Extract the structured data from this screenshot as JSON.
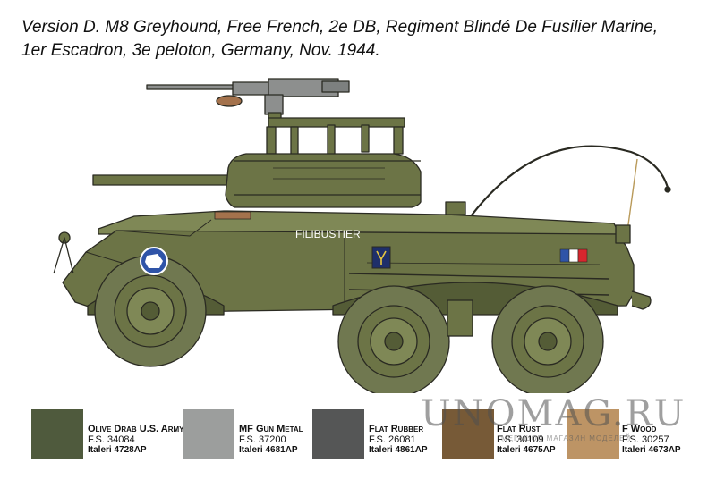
{
  "caption": {
    "line1": "Version D. M8 Greyhound, Free French, 2e DB, Regiment Blindé De Fusilier Marine,",
    "line2": "1er Escadron, 3e peloton, Germany, Nov. 1944."
  },
  "vehicle": {
    "name_marking": "FILIBUSTIER",
    "colors": {
      "olive": "#6c7446",
      "olive_dark": "#545c36",
      "olive_light": "#7f8856",
      "tire": "#707850",
      "gun_metal": "#8d8f8e",
      "wood": "#a4724c",
      "outline": "#2a2a22"
    },
    "flag_colors": [
      "#2f54a8",
      "#ffffff",
      "#d7262e"
    ],
    "insignia": "blue-circle-france-map-icon",
    "unit_badge": "anchor-shield-icon"
  },
  "paints": [
    {
      "name": "Olive Drab U.S. Army",
      "fs": "F.S. 34084",
      "italeri": "Italeri 4728AP",
      "color": "#4f5a3d"
    },
    {
      "name": "MF Gun Metal",
      "fs": "F.S. 37200",
      "italeri": "Italeri 4681AP",
      "color": "#9c9e9d"
    },
    {
      "name": "Flat Rubber",
      "fs": "F.S. 26081",
      "italeri": "Italeri 4861AP",
      "color": "#555656"
    },
    {
      "name": "Flat Rust",
      "fs": "F.S. 30109",
      "italeri": "Italeri 4675AP",
      "color": "#775a37"
    },
    {
      "name": "F Wood",
      "fs": "F.S. 30257",
      "italeri": "Italeri 4673AP",
      "color": "#bd9465"
    }
  ],
  "watermark": {
    "main": "UNOMAG.RU",
    "sub": "МЕГАШОП МАГАЗИН МОДЕЛЕЙ"
  }
}
